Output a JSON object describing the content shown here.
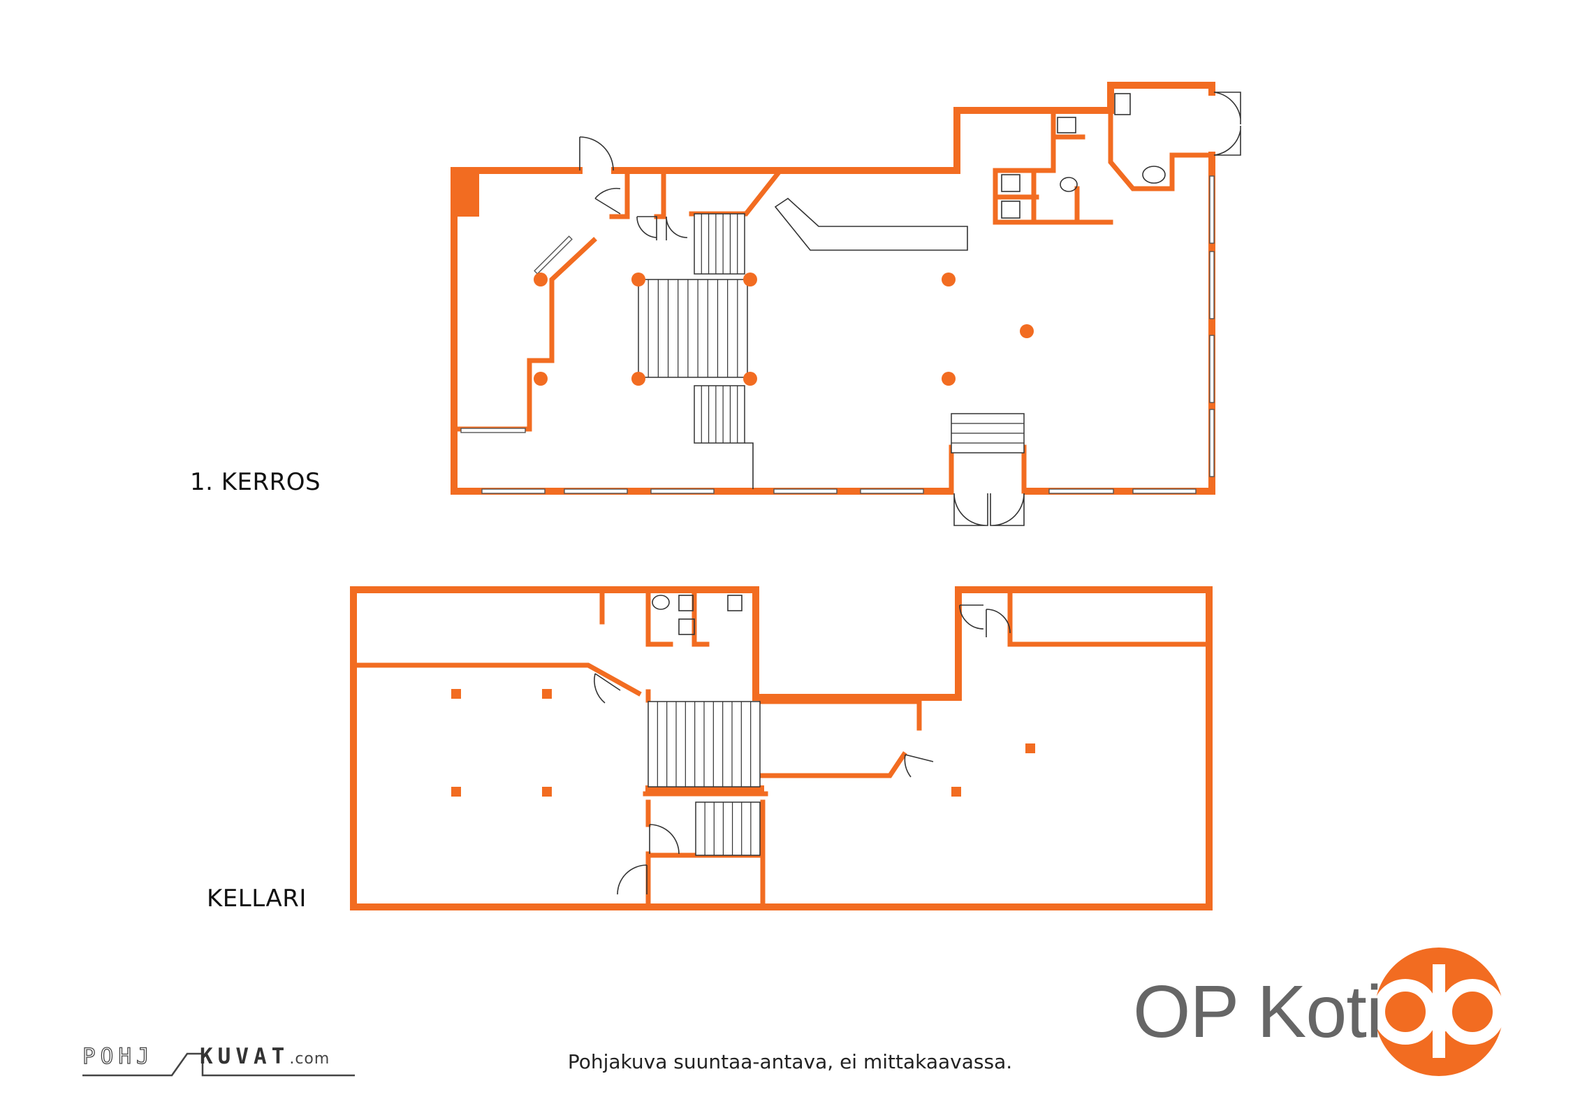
{
  "floors": {
    "first": {
      "label": "1. KERROS"
    },
    "basement": {
      "label": "KELLARI"
    }
  },
  "disclaimer": "Pohjakuva suuntaa-antava, ei mittakaavassa.",
  "brand": {
    "name": "OP Koti",
    "logo_icon": "op-logo-icon"
  },
  "credit": {
    "left": "POHJ",
    "right": "KUVAT",
    "tld": ".com"
  },
  "colors": {
    "wall": "#f26c21",
    "brand_orange": "#f26c21",
    "brand_text": "#666666"
  }
}
